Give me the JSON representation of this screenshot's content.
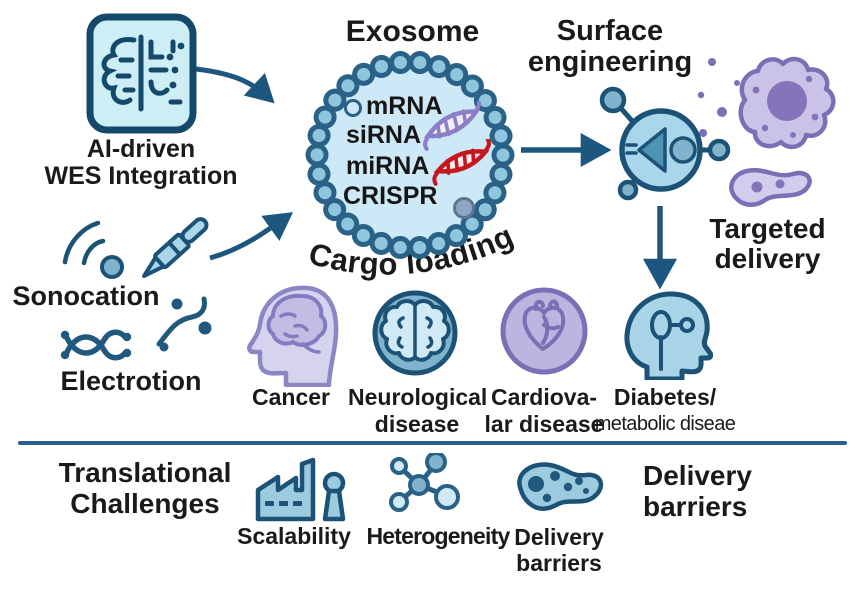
{
  "ai": {
    "line1": "AI-driven",
    "line2": "WES Integration"
  },
  "exosome": {
    "title": "Exosome",
    "items": [
      {
        "name": "mRNA"
      },
      {
        "name": "siRNA"
      },
      {
        "name": "miRNA"
      },
      {
        "name": "CRISPR"
      }
    ],
    "cargo_label": "Cargo loading"
  },
  "methods": {
    "sonication": "Sonocation",
    "electroporation": "Electrotion"
  },
  "surface_engineering": {
    "line1": "Surface",
    "line2": "engineering"
  },
  "targeted_delivery": {
    "line1": "Targeted",
    "line2": "delivery"
  },
  "diseases": [
    {
      "line1": "Cancer",
      "line2": ""
    },
    {
      "line1": "Neurological",
      "line2": "disease"
    },
    {
      "line1": "Cardiova-",
      "line2": "lar disease"
    },
    {
      "line1": "Diabetes/",
      "line2": "metabolic diseae"
    }
  ],
  "challenges": {
    "title_line1": "Translational",
    "title_line2": "Challenges",
    "scalability": "Scalability",
    "heterogeneity": "Heterogeneity",
    "delivery_line1": "Delivery",
    "delivery_line2": "barriers",
    "right_line1": "Delivery",
    "right_line2": "barriers"
  },
  "colors": {
    "outline_blue": "#1b5276",
    "arrow_blue": "#1d567e",
    "membrane_bead": "#8fc5dd",
    "lumen_fill": "#cde9f7",
    "teal_fill": "#7fb4cc",
    "purple_stroke": "#7b6fb5",
    "purple_fill": "#c4bbe4",
    "lavender_fill": "#d6d3ee",
    "red_helix": "#c4161c",
    "violet_helix": "#8b7fc7",
    "text": "#1a1a1a"
  }
}
